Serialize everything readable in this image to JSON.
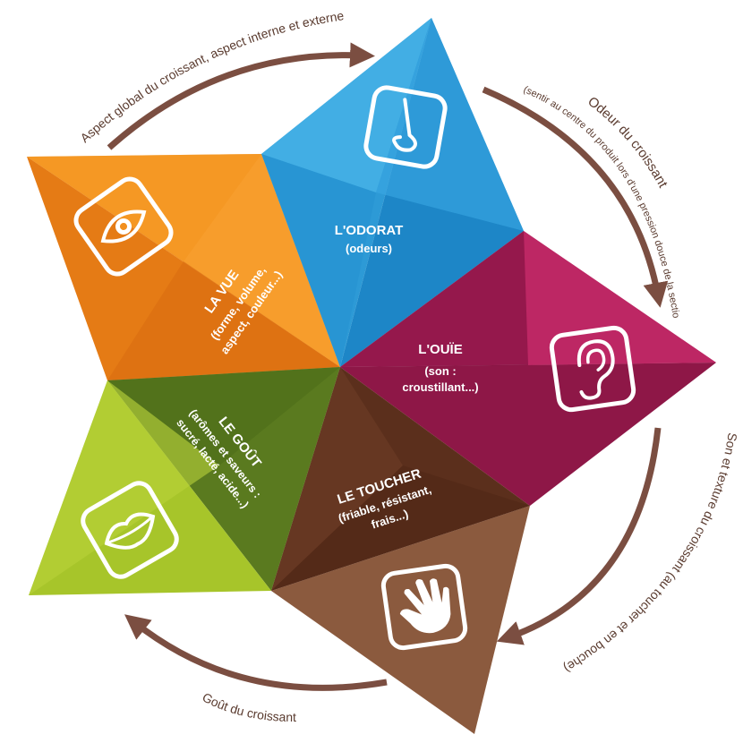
{
  "colors": {
    "arrow": "#7b4e41",
    "vue": "#ef8a1c",
    "odorat": "#2a9bd8",
    "ouie": "#a11d52",
    "toucher": "#5e3320",
    "gout": "#9bbc2a"
  },
  "arcs": {
    "vue": "Aspect global du croissant, aspect interne et externe",
    "odorat_title": "Odeur du croissant",
    "odorat_sub": "(sentir au centre du produit lors d'une pression douce de la section)",
    "son": "Son et texture du croissant (au toucher et en bouche)",
    "gout": "Goût du croissant"
  },
  "senses": {
    "vue": {
      "title": "LA VUE",
      "line1": "(forme, volume,",
      "line2": "aspect, couleur...)",
      "icon": "eye-icon"
    },
    "odorat": {
      "title": "L'ODORAT",
      "line1": "(odeurs)",
      "icon": "nose-icon"
    },
    "ouie": {
      "title": "L'OUÏE",
      "line1": "(son :",
      "line2": "croustillant...)",
      "icon": "ear-icon"
    },
    "toucher": {
      "title": "LE TOUCHER",
      "line1": "(friable, résistant,",
      "line2": "frais...)",
      "icon": "hand-icon"
    },
    "gout": {
      "title": "LE GOÛT",
      "line1": "(arômes et saveurs :",
      "line2": "sucré, lacté, acide...)",
      "icon": "mouth-icon"
    }
  }
}
